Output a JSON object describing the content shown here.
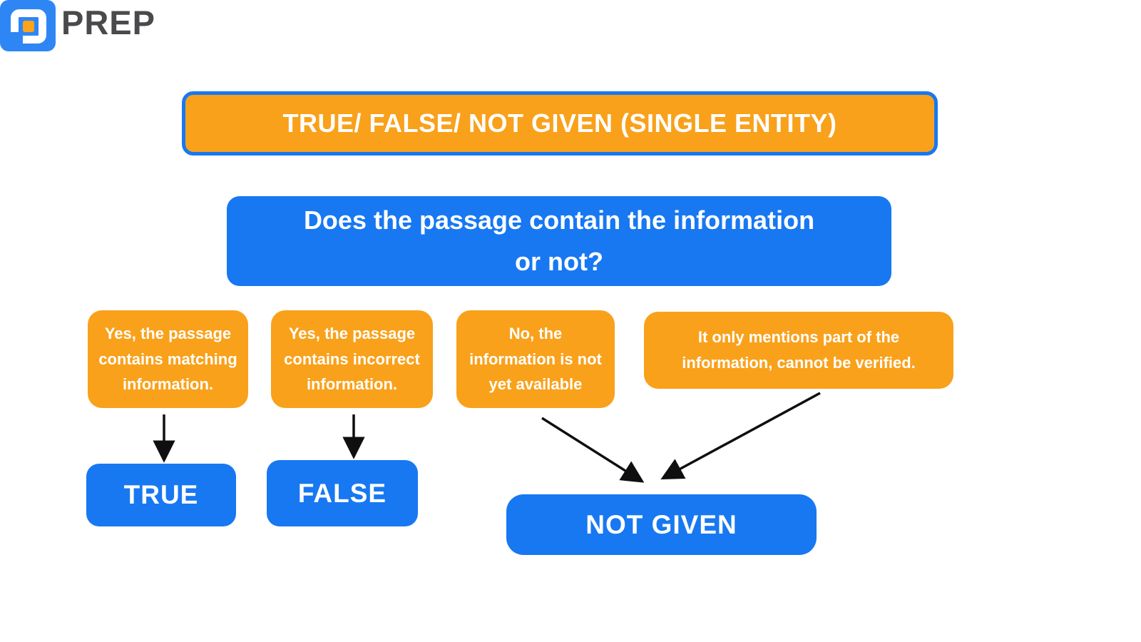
{
  "brand": {
    "name": "PREP"
  },
  "colors": {
    "orange": "#F9A11B",
    "blue": "#1778F2",
    "logo_blue": "#2E86F5",
    "logo_orange": "#FFA31A",
    "brand_text": "#4A4A4C",
    "arrow": "#0F0F0F",
    "white": "#FFFFFF"
  },
  "title": {
    "label": "TRUE/ FALSE/ NOT GIVEN (SINGLE ENTITY)"
  },
  "question": {
    "label": "Does the passage contain the information\nor not?"
  },
  "conditions": [
    {
      "id": "matching",
      "label": "Yes, the passage\ncontains matching\ninformation."
    },
    {
      "id": "incorrect",
      "label": "Yes, the passage\ncontains incorrect\ninformation."
    },
    {
      "id": "not-available",
      "label": "No, the\ninformation is not\nyet available"
    },
    {
      "id": "partial",
      "label": "It only mentions part of the\ninformation, cannot be verified."
    }
  ],
  "results": [
    {
      "id": "true",
      "label": "TRUE"
    },
    {
      "id": "false",
      "label": "FALSE"
    },
    {
      "id": "not-given",
      "label": "NOT GIVEN"
    }
  ],
  "arrows": [
    {
      "from": "matching",
      "to": "true"
    },
    {
      "from": "incorrect",
      "to": "false"
    },
    {
      "from": "not-available",
      "to": "not-given"
    },
    {
      "from": "partial",
      "to": "not-given"
    }
  ]
}
